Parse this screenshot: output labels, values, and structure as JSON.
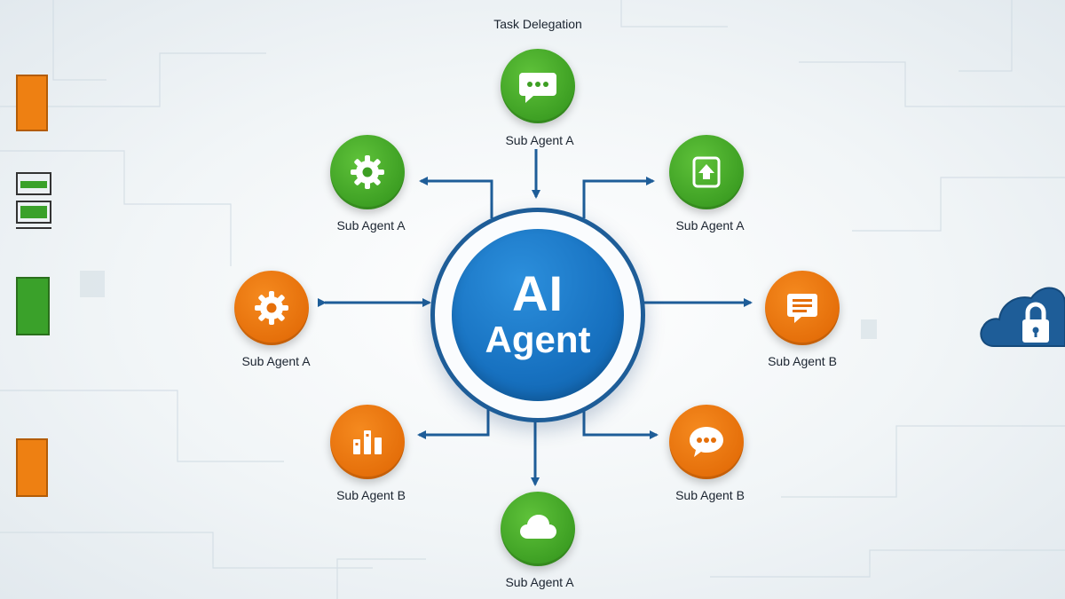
{
  "diagram": {
    "title": "Task Delegation",
    "hub": {
      "line1": "AI",
      "line2": "Agent"
    },
    "nodes": [
      {
        "id": "top",
        "label": "Sub Agent A",
        "color": "green",
        "icon": "chat-icon"
      },
      {
        "id": "upper-left",
        "label": "Sub Agent A",
        "color": "green",
        "icon": "gear-icon"
      },
      {
        "id": "upper-right",
        "label": "Sub Agent A",
        "color": "green",
        "icon": "upload-icon"
      },
      {
        "id": "left",
        "label": "Sub Agent A",
        "color": "orange",
        "icon": "gear-icon"
      },
      {
        "id": "right",
        "label": "Sub Agent B",
        "color": "orange",
        "icon": "document-icon"
      },
      {
        "id": "lower-left",
        "label": "Sub Agent B",
        "color": "orange",
        "icon": "bar-chart-icon"
      },
      {
        "id": "lower-right",
        "label": "Sub Agent B",
        "color": "orange",
        "icon": "chat-icon"
      },
      {
        "id": "bottom",
        "label": "Sub Agent A",
        "color": "green",
        "icon": "cloud-icon"
      }
    ]
  },
  "colors": {
    "green": "#3d9f23",
    "orange": "#e56f0a",
    "hub_blue": "#1771c0",
    "connector_blue": "#1e5d98"
  }
}
